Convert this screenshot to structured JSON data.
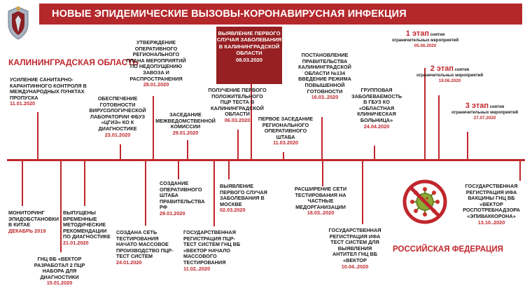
{
  "header": {
    "title": "НОВЫЕ ЭПИДЕМИЧЕСКИЕ ВЫЗОВЫ-КОРОНАВИРУСНАЯ ИНФЕКЦИЯ"
  },
  "regions": {
    "kaliningrad": "КАЛИНИНГРАДСКАЯ ОБЛАСТЬ",
    "russia": "РОССИЙСКАЯ ФЕДЕРАЦИЯ"
  },
  "events_top": [
    {
      "text": "Усиление санитарно-карантинного контроля в международных пунктах пропуска",
      "date": "11.01.2020"
    },
    {
      "text": "Обеспечение готовности вирусологической лаборатории ФБУЗ «ЦГиЭ» КО к диагностике",
      "date": "23.01.2020"
    },
    {
      "text": "Утверждение оперативного регионального плана мероприятий по недопущению завоза и распространения",
      "date": "28.01.2020"
    },
    {
      "text": "Заседание межведомственной комиссии",
      "date": "29.01.2020"
    },
    {
      "text": "Получение первого положительного ПЦР теста в Калининградской области",
      "date": "06.03.2020"
    },
    {
      "text": "Первое заседание регионального оперативного штаба",
      "date": "11.03.2020"
    },
    {
      "text": "Постановление Правительства Калининградской области №134 введение режима повышенной готовности",
      "date": "16.03..2020"
    },
    {
      "text": "Групповая заболеваемость в ГБУЗ КО «Областная клиническая больница»",
      "date": "24.04.2020"
    }
  ],
  "highlight": {
    "text": "Выявление первого случая заболевания в Калининградской области",
    "date": "08.03.2020"
  },
  "stages": [
    {
      "num": "1 этап",
      "label": "снятия ограничительных мероприятий",
      "date": "05.06.2020"
    },
    {
      "num": "2 этап",
      "label": "снятия ограничительных мероприятий",
      "date": "19.06.2020"
    },
    {
      "num": "3 этап",
      "label": "снятия ограничительных мероприятий",
      "date": "27.07.2020"
    }
  ],
  "events_bottom": [
    {
      "text": "Мониторинг эпидобстановки в Китае",
      "date": "ДЕКАБРЬ 2019"
    },
    {
      "text": "ГНЦ ВБ «Вектор разработал 2 ПЦР набора для диагностики",
      "date": "15.01.2020"
    },
    {
      "text": "Выпущены временные методические рекомендации по диагностике",
      "date": "21.01.2020"
    },
    {
      "text": "Создана сеть тестирования начато массовое производство ПЦР-тест систем",
      "date": "24.01.2020"
    },
    {
      "text": "Создание оперативного штаба Правительства РФ",
      "date": "29.01.2020"
    },
    {
      "text": "Государственная регистрация ПЦР-тест систем ГНЦ ВБ «Вектор начало массового тестирования",
      "date": "11.02..2020"
    },
    {
      "text": "Выявление первого случая заболевания в Москве",
      "date": "02.03.2020"
    },
    {
      "text": "Расширение сети тестирования на частные медорганизации",
      "date": "18.03..2020"
    },
    {
      "text": "Государственная регистрация ИФА тест систем для выявления антител ГНЦ ВБ «Вектор",
      "date": "10.04..2020"
    },
    {
      "text": "Государственная регистрация ИФА вакцины ГНЦ ВБ «Вектор Роспотребнадзора «ЭпиВакКорона»",
      "date": "13.10..2020"
    }
  ]
}
